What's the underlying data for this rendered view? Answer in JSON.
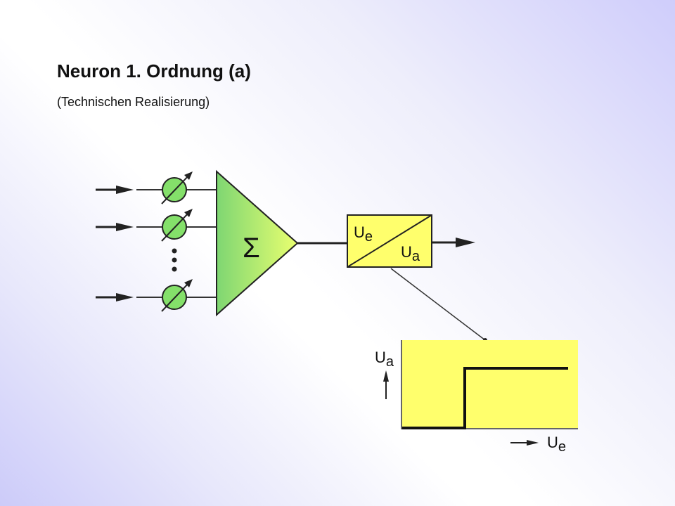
{
  "title": "Neuron 1. Ordnung (a)",
  "subtitle": "(Technischen Realisierung)",
  "diagram": {
    "summation_symbol": "Σ",
    "transfer_block": {
      "input_label": {
        "main": "U",
        "sub": "e"
      },
      "output_label": {
        "main": "U",
        "sub": "a"
      }
    },
    "step_plot": {
      "y_label": {
        "main": "U",
        "sub": "a"
      },
      "x_label": {
        "main": "U",
        "sub": "e"
      }
    }
  },
  "colors": {
    "weight_fill": "#84e06a",
    "summer_fill_light": "#e9ff70",
    "summer_fill_dark": "#7ed672",
    "block_fill": "#ffff6c",
    "stroke": "#222222"
  }
}
